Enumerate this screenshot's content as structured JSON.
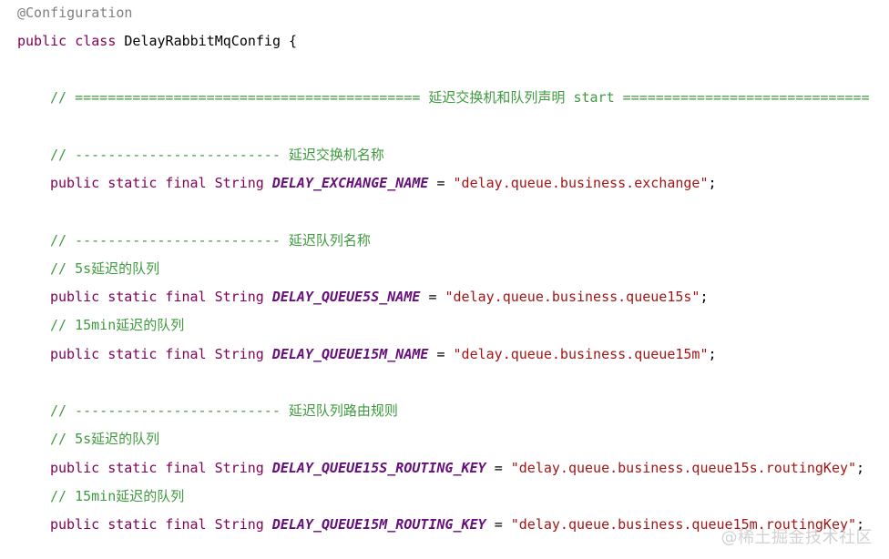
{
  "code": {
    "annotation": "@Configuration",
    "class_decl": {
      "kw_public": "public",
      "kw_class": "class",
      "name": "DelayRabbitMqConfig",
      "brace": "{"
    },
    "section_header": {
      "prefix": "// ==========================================",
      "title": "延迟交换机和队列声明 start",
      "suffix": "=============================="
    },
    "exchange_comment": {
      "prefix": "// -------------------------",
      "title": "延迟交换机名称"
    },
    "exchange_field": {
      "modifiers": "public static final",
      "type": "String",
      "name": "DELAY_EXCHANGE_NAME",
      "eq": "=",
      "value": "\"delay.queue.business.exchange\"",
      "semi": ";"
    },
    "queue_comment": {
      "prefix": "// -------------------------",
      "title": "延迟队列名称"
    },
    "queue5s_comment": "// 5s延迟的队列",
    "queue5s_field": {
      "modifiers": "public static final",
      "type": "String",
      "name": "DELAY_QUEUE5S_NAME",
      "eq": "=",
      "value": "\"delay.queue.business.queue15s\"",
      "semi": ";"
    },
    "queue15m_comment": "// 15min延迟的队列",
    "queue15m_field": {
      "modifiers": "public static final",
      "type": "String",
      "name": "DELAY_QUEUE15M_NAME",
      "eq": "=",
      "value": "\"delay.queue.business.queue15m\"",
      "semi": ";"
    },
    "routing_comment": {
      "prefix": "// -------------------------",
      "title": "延迟队列路由规则"
    },
    "routing5s_comment": "// 5s延迟的队列",
    "routing5s_field": {
      "modifiers": "public static final",
      "type": "String",
      "name": "DELAY_QUEUE15S_ROUTING_KEY",
      "eq": "=",
      "value": "\"delay.queue.business.queue15s.routingKey\"",
      "semi": ";"
    },
    "routing15m_comment": "// 15min延迟的队列",
    "routing15m_field": {
      "modifiers": "public static final",
      "type": "String",
      "name": "DELAY_QUEUE15M_ROUTING_KEY",
      "eq": "=",
      "value": "\"delay.queue.business.queue15m.routingKey\"",
      "semi": ";"
    }
  },
  "watermark": "@稀土掘金技术社区",
  "colors": {
    "keyword": "#7f0055",
    "comment": "#3f9a3f",
    "constant": "#660e7a",
    "string": "#a31515",
    "annotation": "#808080"
  }
}
